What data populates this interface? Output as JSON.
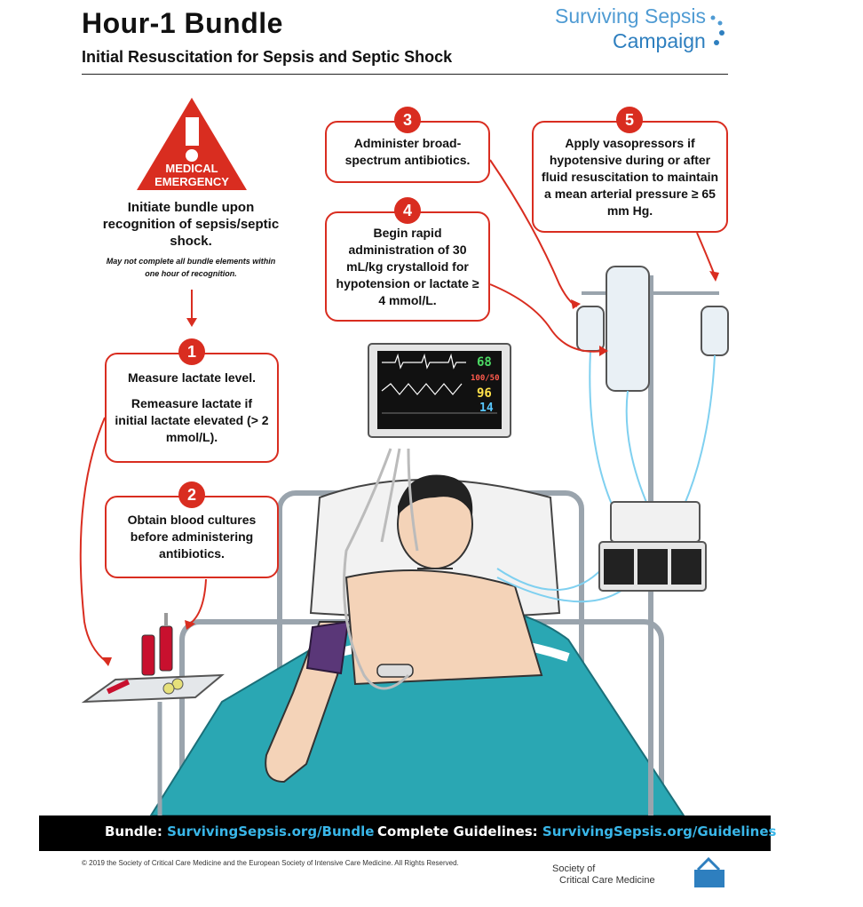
{
  "header": {
    "title": "Hour-1 Bundle",
    "subtitle": "Initial Resuscitation for Sepsis and Septic Shock",
    "logo_line1": "Surviving Sepsis",
    "logo_line2": "Campaign"
  },
  "warning": {
    "line1": "MEDICAL",
    "line2": "EMERGENCY",
    "instruction": "Initiate bundle upon recognition of sepsis/septic shock.",
    "note": "May not complete all bundle elements within one hour of recognition."
  },
  "steps": [
    {
      "number": "1",
      "text": "Measure lactate level.",
      "text2": "Remeasure lactate if initial lactate elevated (> 2 mmol/L)."
    },
    {
      "number": "2",
      "text": "Obtain blood cultures before administering antibiotics."
    },
    {
      "number": "3",
      "text": "Administer broad-spectrum antibiotics."
    },
    {
      "number": "4",
      "text": "Begin rapid administration of 30 mL/kg crystalloid for hypotension or lactate ≥ 4 mmol/L."
    },
    {
      "number": "5",
      "text": "Apply vasopressors if hypotensive during or after fluid resuscitation to maintain a mean arterial pressure ≥ 65 mm Hg."
    }
  ],
  "monitor": {
    "hr": "68",
    "bp": "100/50",
    "spo2": "96",
    "rr": "14"
  },
  "footer": {
    "bundle_label": "Bundle: ",
    "bundle_link": "SurvivingSepsis.org/Bundle",
    "guidelines_label": "Complete Guidelines: ",
    "guidelines_link": "SurvivingSepsis.org/Guidelines",
    "copyright": "© 2019 the Society of Critical Care Medicine and the European Society of Intensive Care Medicine. All Rights Reserved.",
    "sccm_line1": "Society of",
    "sccm_line2": "Critical Care Medicine"
  },
  "colors": {
    "accent_red": "#d92d20",
    "sheet_teal": "#2aa7b3",
    "link_blue": "#39b6e8"
  }
}
